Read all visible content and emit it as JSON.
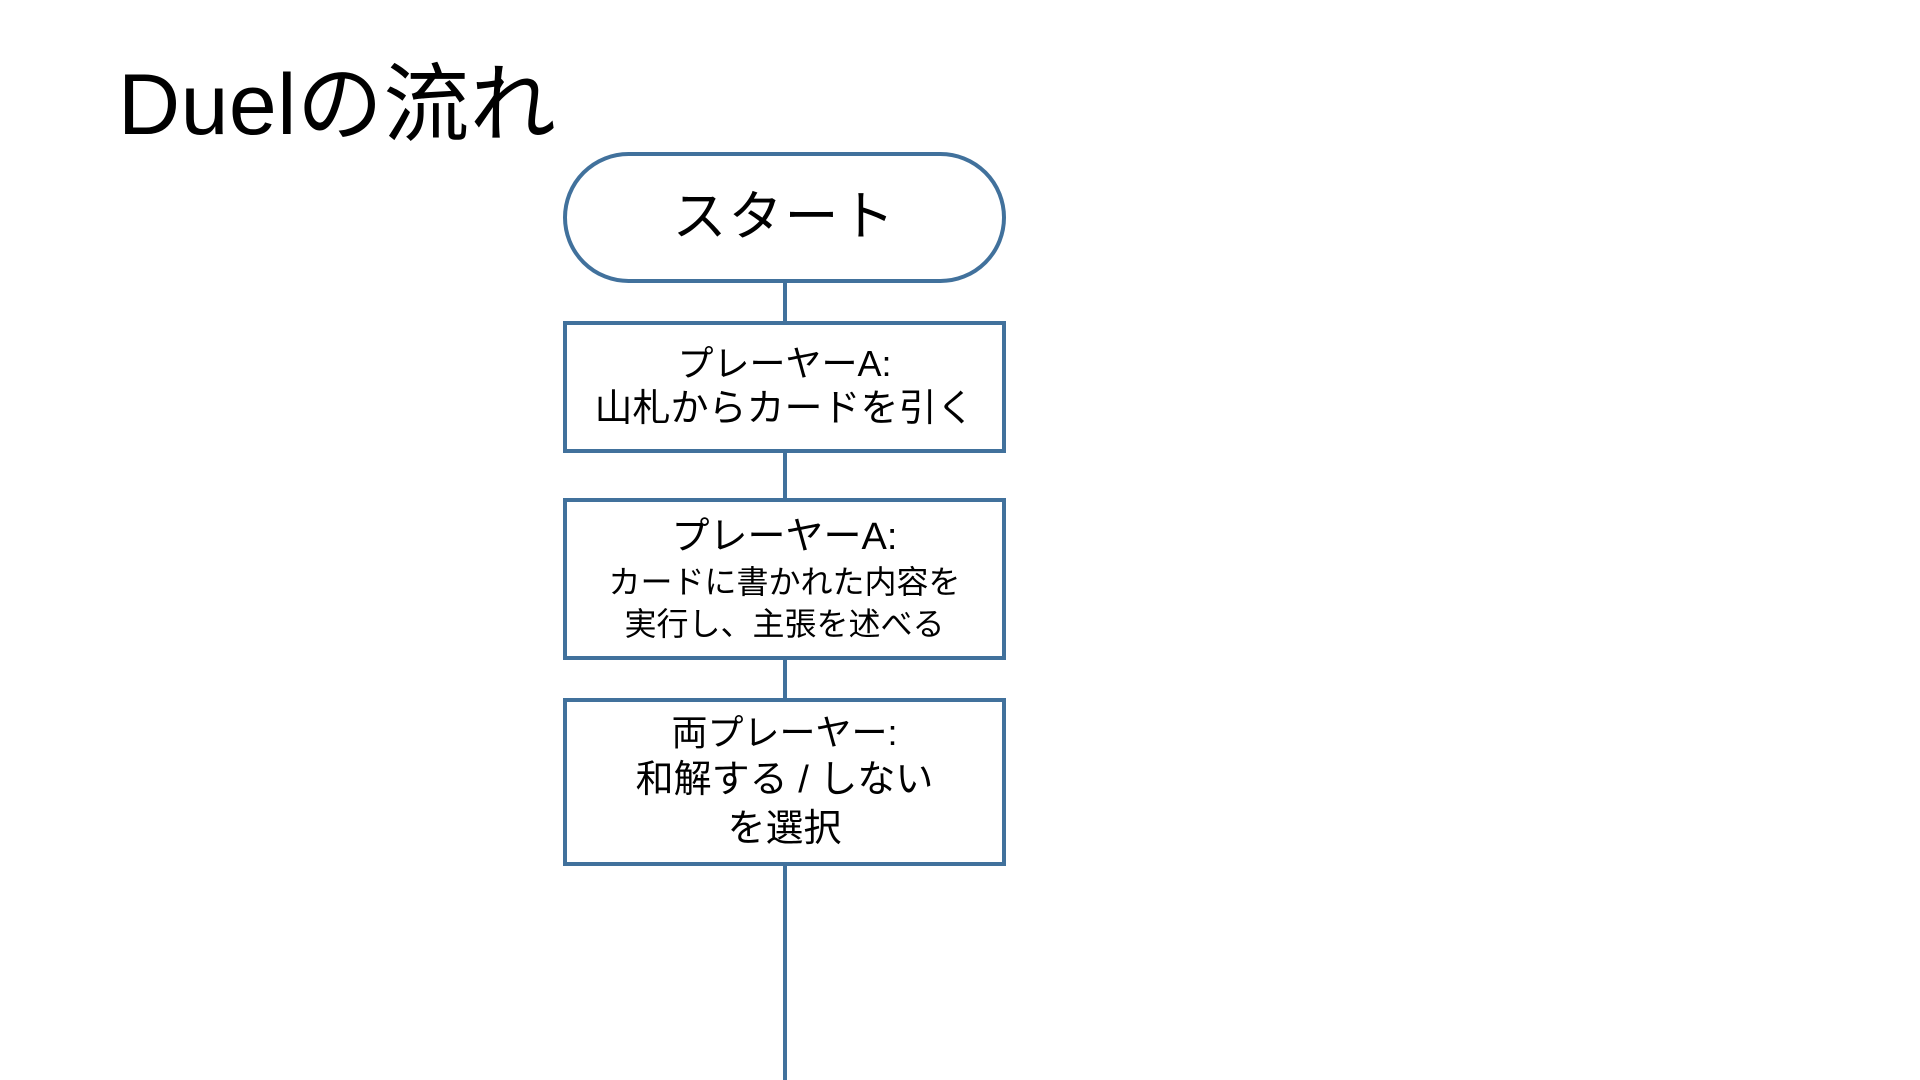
{
  "diagram": {
    "title": "Duelの流れ",
    "accent_color": "#41719C",
    "background_color": "#ffffff",
    "text_color": "#000000",
    "nodes": [
      {
        "id": "start",
        "shape": "terminator",
        "name": "start-node",
        "lines": [
          "スタート"
        ]
      },
      {
        "id": "draw",
        "shape": "process",
        "name": "draw-card-node",
        "head": "プレーヤーA:",
        "lines": [
          "山札からカードを引く"
        ]
      },
      {
        "id": "execute",
        "shape": "process",
        "name": "execute-card-node",
        "head": "プレーヤーA:",
        "lines": [
          "カードに書かれた内容を",
          "実行し、主張を述べる"
        ]
      },
      {
        "id": "reconcile",
        "shape": "process",
        "name": "reconcile-choice-node",
        "head": "両プレーヤー:",
        "lines": [
          "和解する / しない",
          "を選択"
        ]
      }
    ],
    "connectors": [
      {
        "id": "start-draw",
        "from": "start",
        "to": "draw"
      },
      {
        "id": "draw-exec",
        "from": "draw",
        "to": "execute"
      },
      {
        "id": "exec-recon",
        "from": "execute",
        "to": "reconcile"
      },
      {
        "id": "recon-out",
        "from": "reconcile",
        "to": "off-screen"
      }
    ]
  }
}
